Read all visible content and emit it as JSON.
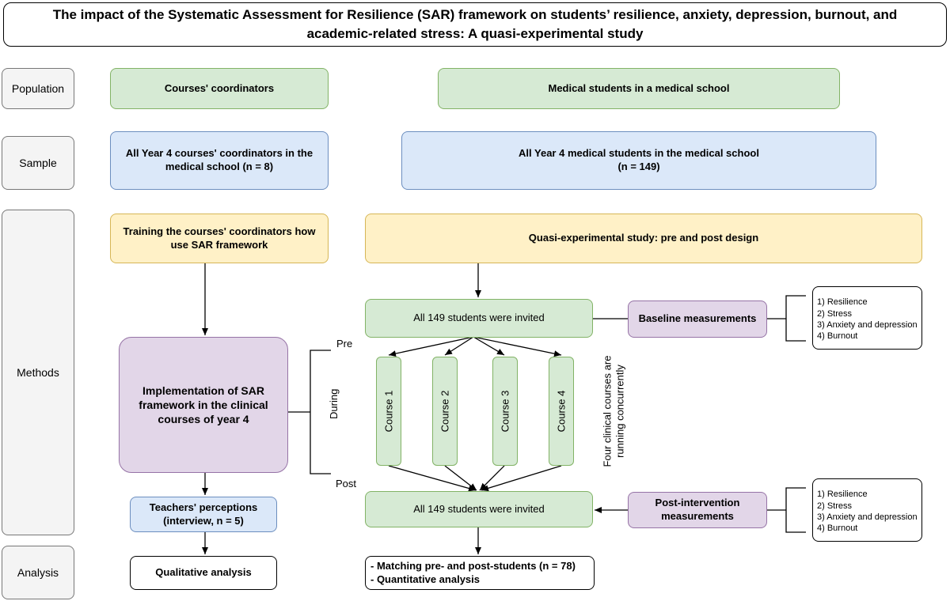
{
  "title": "The impact  of the Systematic Assessment for Resilience (SAR) framework on students’ resilience, anxiety, depression, burnout, and academic-related stress: A quasi-experimental study",
  "rows": {
    "population": "Population",
    "sample": "Sample",
    "methods": "Methods",
    "analysis": "Analysis"
  },
  "population": {
    "coordinators": "Courses' coordinators",
    "students": "Medical students in a medical school"
  },
  "sample": {
    "coordinators": "All Year 4 courses' coordinators in the medical school (n = 8)",
    "students_line1": "All Year 4 medical students in the medical school",
    "students_line2": "(n = 149)"
  },
  "methods": {
    "training": "Training the courses' coordinators how use SAR framework",
    "design": "Quasi-experimental study: pre and post design",
    "invited_pre": "All 149 students were invited",
    "invited_post": "All 149 students were invited",
    "baseline": "Baseline measurements",
    "post_measure_line1": "Post-intervention",
    "post_measure_line2": "measurements",
    "implementation": "Implementation of SAR framework in the clinical courses of year 4",
    "teachers_line1": "Teachers' perceptions",
    "teachers_line2": "(interview, n = 5)",
    "courses": [
      "Course 1",
      "Course 2",
      "Course 3",
      "Course 4"
    ],
    "concurrent_line1": "Four clinical courses are",
    "concurrent_line2": "running concurrently",
    "phase_pre": "Pre",
    "phase_during": "During",
    "phase_post": "Post",
    "baseline_items": [
      "1) Resilience",
      "2) Stress",
      "3) Anxiety and depression",
      "4) Burnout"
    ],
    "post_items": [
      "1) Resilience",
      "2) Stress",
      "3) Anxiety and depression",
      "4) Burnout"
    ]
  },
  "analysis": {
    "qualitative": "Qualitative analysis",
    "quant_line1": "- Matching pre- and post-students (n = 78)",
    "quant_line2": "- Quantitative analysis"
  }
}
